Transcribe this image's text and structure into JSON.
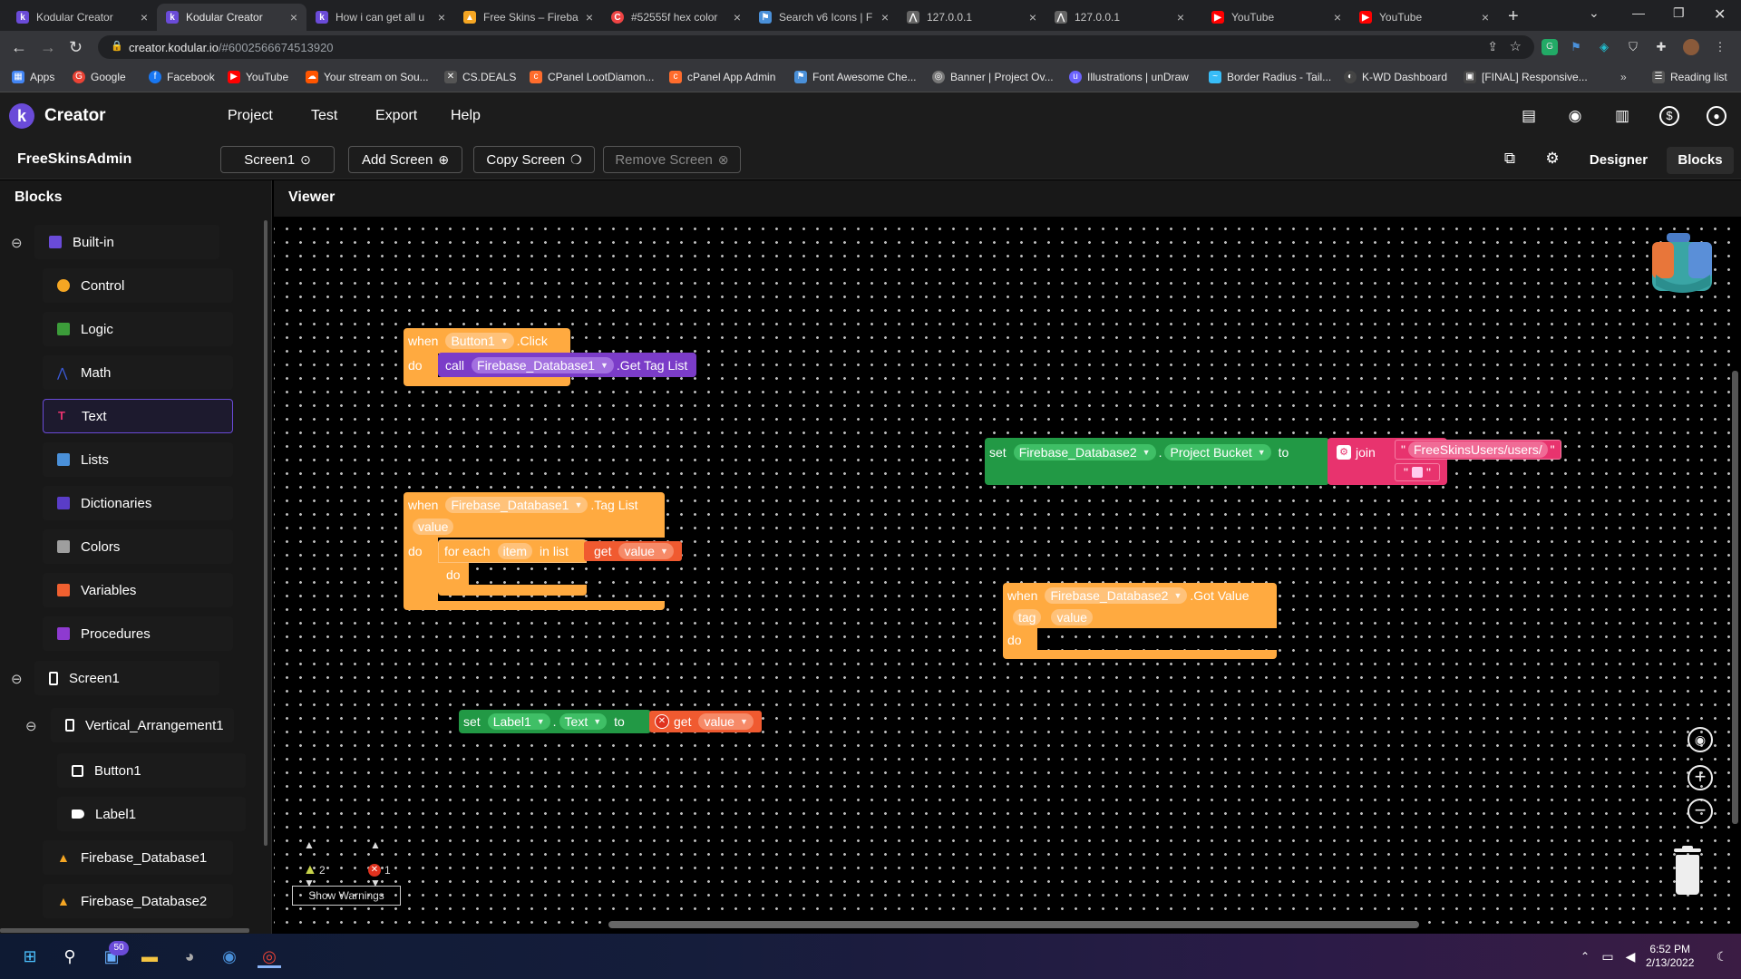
{
  "browser": {
    "tabs": [
      {
        "title": "Kodular Creator",
        "favicon": "kodular-icon",
        "favicon_color": "#6a4bd8",
        "active": false
      },
      {
        "title": "Kodular Creator",
        "favicon": "kodular-icon",
        "favicon_color": "#6a4bd8",
        "active": true
      },
      {
        "title": "How i can get all u",
        "favicon": "kodular-icon",
        "favicon_color": "#6a4bd8",
        "active": false
      },
      {
        "title": "Free Skins – Fireba",
        "favicon": "firebase-icon",
        "favicon_color": "#f5a623",
        "active": false
      },
      {
        "title": "#52555f hex color",
        "favicon": "colorhexa-icon",
        "favicon_color": "#e44",
        "active": false
      },
      {
        "title": "Search v6 Icons | F",
        "favicon": "fontawesome-icon",
        "favicon_color": "#4a90d9",
        "active": false
      },
      {
        "title": "127.0.0.1",
        "favicon": "localhost-icon",
        "favicon_color": "#888",
        "active": false
      },
      {
        "title": "127.0.0.1",
        "favicon": "localhost-icon",
        "favicon_color": "#888",
        "active": false
      },
      {
        "title": "YouTube",
        "favicon": "youtube-icon",
        "favicon_color": "#ff0000",
        "active": false
      },
      {
        "title": "YouTube",
        "favicon": "youtube-icon",
        "favicon_color": "#ff0000",
        "active": false
      }
    ],
    "url_host": "creator.kodular.io",
    "url_path": "/#6002566674513920",
    "bookmarks": [
      {
        "label": "Apps",
        "color": "#4285f4"
      },
      {
        "label": "Google",
        "color": "#ea4335"
      },
      {
        "label": "Facebook",
        "color": "#1877f2"
      },
      {
        "label": "YouTube",
        "color": "#ff0000"
      },
      {
        "label": "Your stream on Sou...",
        "color": "#ff5500"
      },
      {
        "label": "CS.DEALS",
        "color": "#999"
      },
      {
        "label": "CPanel LootDiamon...",
        "color": "#ff6c2c"
      },
      {
        "label": "cPanel App Admin",
        "color": "#ff6c2c"
      },
      {
        "label": "Font Awesome Che...",
        "color": "#4a90d9"
      },
      {
        "label": "Banner | Project Ov...",
        "color": "#777"
      },
      {
        "label": "Illustrations | unDraw",
        "color": "#6c63ff"
      },
      {
        "label": "Border Radius - Tail...",
        "color": "#38bdf8"
      },
      {
        "label": "K-WD Dashboard",
        "color": "#ccc"
      },
      {
        "label": "[FINAL] Responsive...",
        "color": "#bbb"
      }
    ],
    "reading_list": "Reading list"
  },
  "app": {
    "name": "Creator",
    "logo_letter": "k",
    "menu": [
      "Project",
      "Test",
      "Export",
      "Help"
    ],
    "project_name": "FreeSkinsAdmin",
    "screen_buttons": [
      {
        "label": "Screen1",
        "icon": "⊙"
      },
      {
        "label": "Add Screen",
        "icon": "⊕"
      },
      {
        "label": "Copy Screen",
        "icon": "❍"
      },
      {
        "label": "Remove Screen",
        "icon": "⊗"
      }
    ],
    "designer_label": "Designer",
    "blocks_label": "Blocks"
  },
  "sidebar": {
    "title": "Blocks",
    "builtin_label": "Built-in",
    "builtin_items": [
      {
        "label": "Control",
        "color": "#f5a623"
      },
      {
        "label": "Logic",
        "color": "#3c9c3a"
      },
      {
        "label": "Math",
        "color": "#3b5bdb"
      },
      {
        "label": "Text",
        "color": "#e8336e"
      },
      {
        "label": "Lists",
        "color": "#4a90d9"
      },
      {
        "label": "Dictionaries",
        "color": "#5a3dc8"
      },
      {
        "label": "Colors",
        "color": "#9e9e9e"
      },
      {
        "label": "Variables",
        "color": "#f06030"
      },
      {
        "label": "Procedures",
        "color": "#8e3ad0"
      }
    ],
    "screen_label": "Screen1",
    "arrangement_label": "Vertical_Arrangement1",
    "arrangement_children": [
      "Button1",
      "Label1"
    ],
    "nonvisible": [
      "Firebase_Database1",
      "Firebase_Database2"
    ]
  },
  "viewer": {
    "title": "Viewer",
    "warning_count": "2",
    "error_count": "1",
    "show_warnings": "Show Warnings"
  },
  "blocks": {
    "b1": {
      "when": "when",
      "component": "Button1",
      "event": ".Click",
      "do": "do",
      "call": "call",
      "call_component": "Firebase_Database1",
      "method": ".Get Tag List"
    },
    "b2": {
      "set": "set",
      "component": "Firebase_Database2",
      "dot": ".",
      "property": "Project Bucket",
      "to": "to",
      "join": "join",
      "string1": "FreeSkinsUsers/users/",
      "quote": "\""
    },
    "b3": {
      "when": "when",
      "component": "Firebase_Database1",
      "event": ".Tag List",
      "param": "value",
      "do": "do",
      "for_each": "for each",
      "item": "item",
      "in_list": "in list",
      "get": "get",
      "get_var": "value",
      "inner_do": "do"
    },
    "b4": {
      "when": "when",
      "component": "Firebase_Database2",
      "event": ".Got Value",
      "param1": "tag",
      "param2": "value",
      "do": "do"
    },
    "b5": {
      "set": "set",
      "component": "Label1",
      "dot": ".",
      "property": "Text",
      "to": "to",
      "get": "get",
      "get_var": "value"
    }
  },
  "colors": {
    "event_orange": "#ffaa40",
    "call_purple": "#7b3cc8",
    "component_green": "#229945",
    "text_pink": "#e8336e",
    "variable_red": "#f05a30",
    "accent": "#6a4bd8"
  },
  "taskbar": {
    "notification_badge": "50",
    "time": "6:52 PM",
    "date": "2/13/2022"
  }
}
